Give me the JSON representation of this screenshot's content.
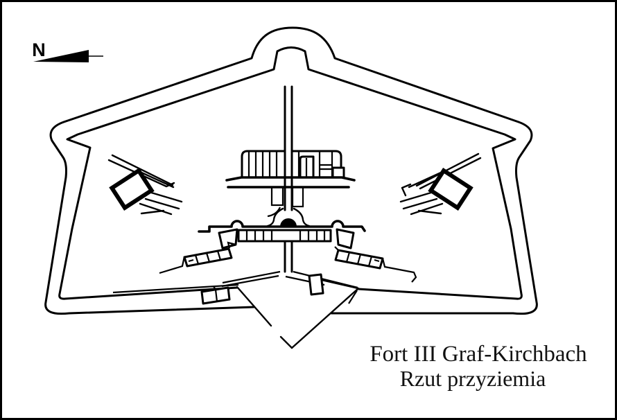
{
  "canvas": {
    "background_color": "#ffffff",
    "ink_color": "#000000",
    "frame_color": "#000000"
  },
  "compass": {
    "label": "N"
  },
  "caption": {
    "title": "Fort III Graf-Kirchbach",
    "subtitle": "Rzut przyziemia"
  },
  "plan": {
    "kind": "fortification-ground-plan",
    "features": [
      "outer-moat-outline",
      "inner-rampart-outline",
      "apex-caponier-bump",
      "central-poterne-corridor",
      "main-barracks-casemate-block",
      "terrace-wall",
      "central-dome-turret",
      "gorge-wall-with-sentry-bumps",
      "gorge-casemate-row",
      "left-flank-gun-battery",
      "right-flank-gun-battery",
      "left-gorge-casemate-band",
      "right-gorge-casemate-band",
      "entrance-vee-road",
      "ramp-lines",
      "road-lines"
    ]
  }
}
